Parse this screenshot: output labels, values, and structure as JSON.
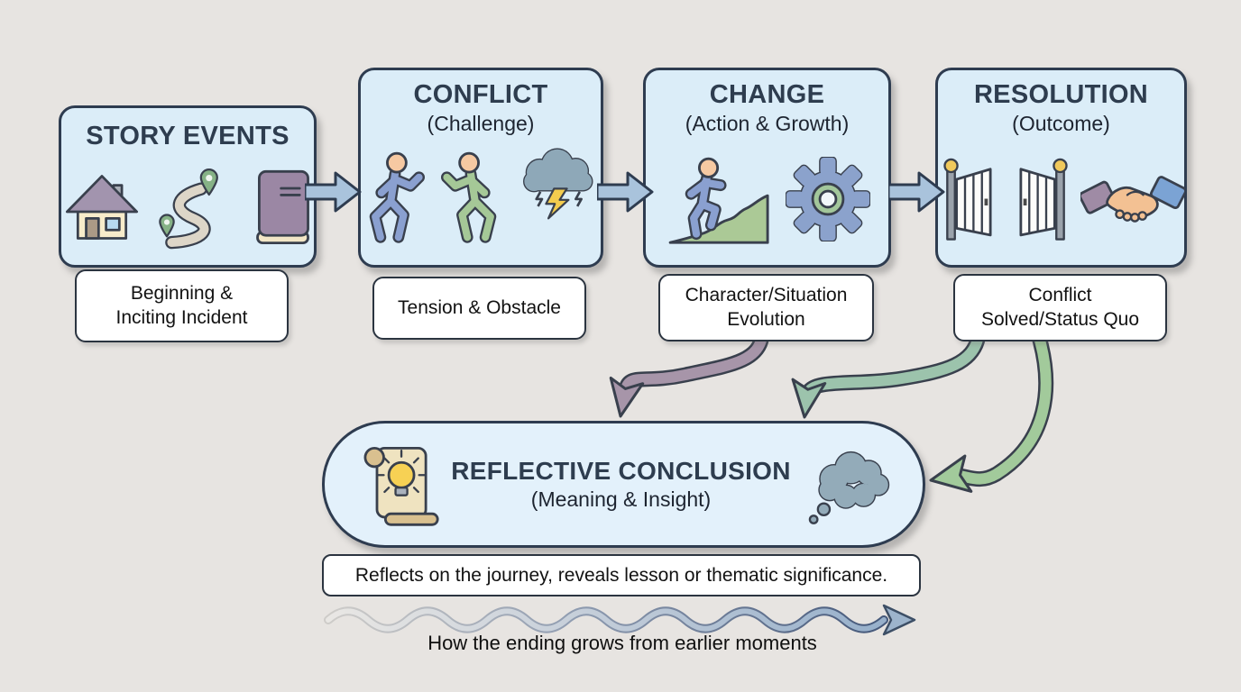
{
  "diagram": {
    "background": "#e7e4e1",
    "stage_fill": "#dbedf8",
    "stage_border": "#2e3c50",
    "connector_fill": "#a9c3dc",
    "curve_purple": "#a795a9",
    "curve_green_a": "#9cc3ac",
    "curve_green_b": "#a2ca9b",
    "title_color": "#2e3d4f",
    "body_text_color": "#161616"
  },
  "stages": [
    {
      "title": "STORY EVENTS",
      "subtitle": "",
      "sublabel_lines": [
        "Beginning &",
        "Inciting Incident"
      ],
      "icons": [
        "house-icon",
        "winding-path-icon",
        "book-icon"
      ]
    },
    {
      "title": "CONFLICT",
      "subtitle": "(Challenge)",
      "sublabel_lines": [
        "Tension & Obstacle"
      ],
      "icons": [
        "walking-person-blue-icon",
        "walking-person-green-icon",
        "storm-cloud-icon"
      ]
    },
    {
      "title": "CHANGE",
      "subtitle": "(Action & Growth)",
      "sublabel_lines": [
        "Character/Situation",
        "Evolution"
      ],
      "icons": [
        "climbing-person-icon",
        "gear-icon"
      ]
    },
    {
      "title": "RESOLUTION",
      "subtitle": "(Outcome)",
      "sublabel_lines": [
        "Conflict",
        "Solved/Status Quo"
      ],
      "icons": [
        "open-gates-icon",
        "handshake-icon"
      ]
    }
  ],
  "conclusion": {
    "title": "REFLECTIVE CONCLUSION",
    "subtitle": "(Meaning & Insight)",
    "description": "Reflects on the journey, reveals lesson or thematic significance.",
    "icons": [
      "scroll-lightbulb-icon",
      "thought-bubble-icon"
    ]
  },
  "footer": {
    "caption": "How the ending grows from earlier moments"
  }
}
